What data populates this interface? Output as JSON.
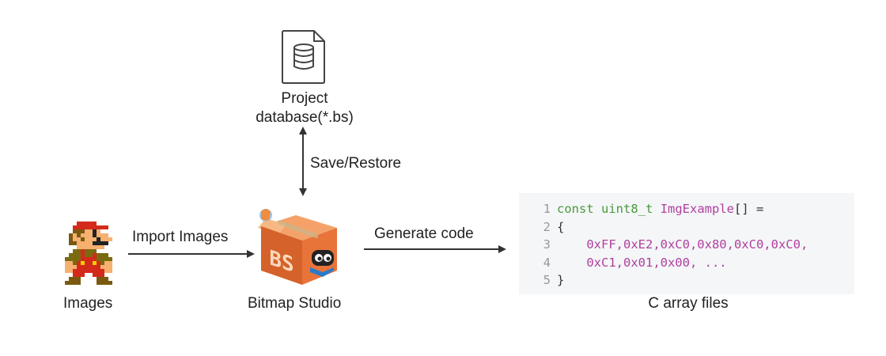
{
  "nodes": {
    "images": {
      "label": "Images"
    },
    "bitmap_studio": {
      "label": "Bitmap Studio",
      "logo_text": "BS"
    },
    "project_db": {
      "line1": "Project",
      "line2": "database(*.bs)"
    },
    "c_array": {
      "label": "C array files"
    }
  },
  "edges": {
    "import": {
      "label": "Import Images"
    },
    "save_restore": {
      "label": "Save/Restore"
    },
    "generate": {
      "label": "Generate code"
    }
  },
  "code": {
    "lines": [
      {
        "num": "1",
        "keyword": "const",
        "type": "uint8_t",
        "ident": "ImgExample",
        "rest": "[] ="
      },
      {
        "num": "2",
        "text": "{"
      },
      {
        "num": "3",
        "text": "    0xFF,0xE2,0xC0,0x80,0xC0,0xC0,"
      },
      {
        "num": "4",
        "text": "    0xC1,0x01,0x00, ..."
      },
      {
        "num": "5",
        "text": "}"
      }
    ]
  },
  "colors": {
    "arrow": "#333333",
    "code_bg": "#f4f6f8",
    "keyword": "#4a9a3c",
    "hex": "#b0409e",
    "box_orange": "#e8743a",
    "mario_red": "#d42a1a"
  },
  "icons": [
    "database-file-icon",
    "mario-sprite-icon",
    "bitmap-studio-logo-icon"
  ]
}
